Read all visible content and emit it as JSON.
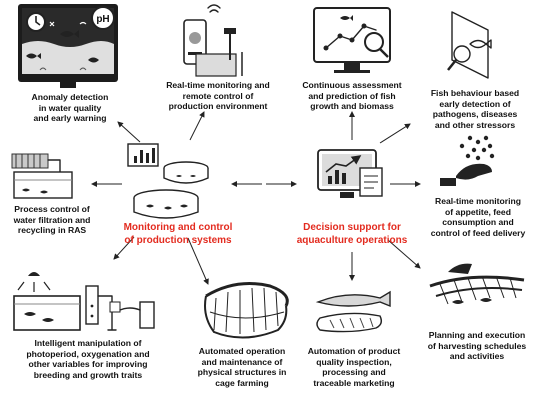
{
  "hubs": {
    "left": [
      "Monitoring and control",
      "of production systems"
    ],
    "right": [
      "Decision support for",
      "aquaculture operations"
    ]
  },
  "nodes": {
    "anomaly": [
      "Anomaly detection",
      "in water quality",
      "and early warning"
    ],
    "realtime_env": [
      "Real-time monitoring and",
      "remote control of",
      "production environment"
    ],
    "growth": [
      "Continuous assessment",
      "and prediction of fish",
      "growth and biomass"
    ],
    "behaviour": [
      "Fish behaviour based",
      "early detection of",
      "pathogens, diseases",
      "and other stressors"
    ],
    "filtration": [
      "Process control of",
      "water filtration and",
      "recycling in RAS"
    ],
    "feeding": [
      "Real-time monitoring",
      "of appetite, feed",
      "consumption and",
      "control of feed delivery"
    ],
    "photoperiod": [
      "Intelligent manipulation of",
      "photoperiod, oxygenation and",
      "other variables for improving",
      "breeding and growth traits"
    ],
    "cage": [
      "Automated operation",
      "and maintenance of",
      "physical structures in",
      "cage farming"
    ],
    "quality": [
      "Automation of product",
      "quality inspection,",
      "processing and",
      "traceable marketing"
    ],
    "harvest": [
      "Planning and execution",
      "of harvesting schedules",
      "and activities"
    ]
  },
  "icon_text": {
    "ph": "pH"
  },
  "colors": {
    "hub_text": "#e32b1f",
    "line": "#222222",
    "screen": "#1c1c1c"
  }
}
